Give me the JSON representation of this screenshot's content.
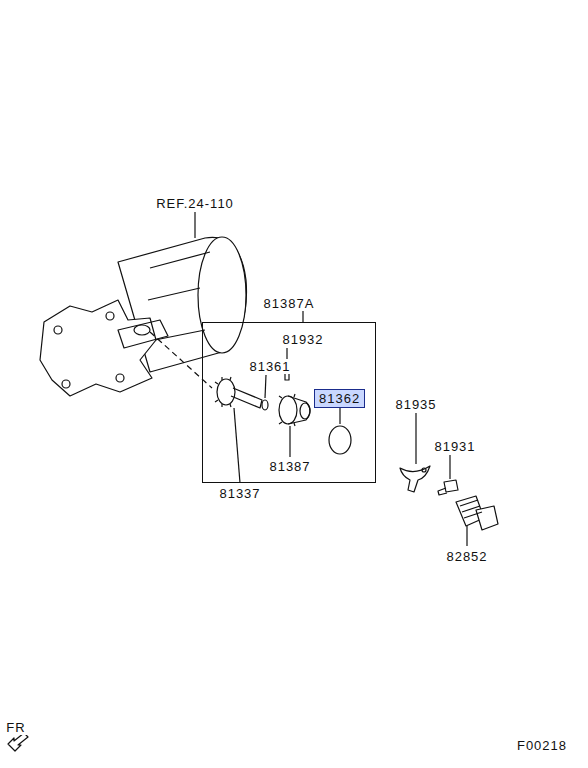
{
  "diagram": {
    "nodes": [
      {
        "text": [
          "81387A"
        ]
      },
      {
        "text": [
          "81362"
        ],
        "in": 0
      }
    ],
    "labels": [
      "REF.24-110",
      "81932",
      "81361",
      "81337",
      "81387",
      "81935",
      "81931",
      "82852",
      "FR",
      "F00218"
    ]
  }
}
